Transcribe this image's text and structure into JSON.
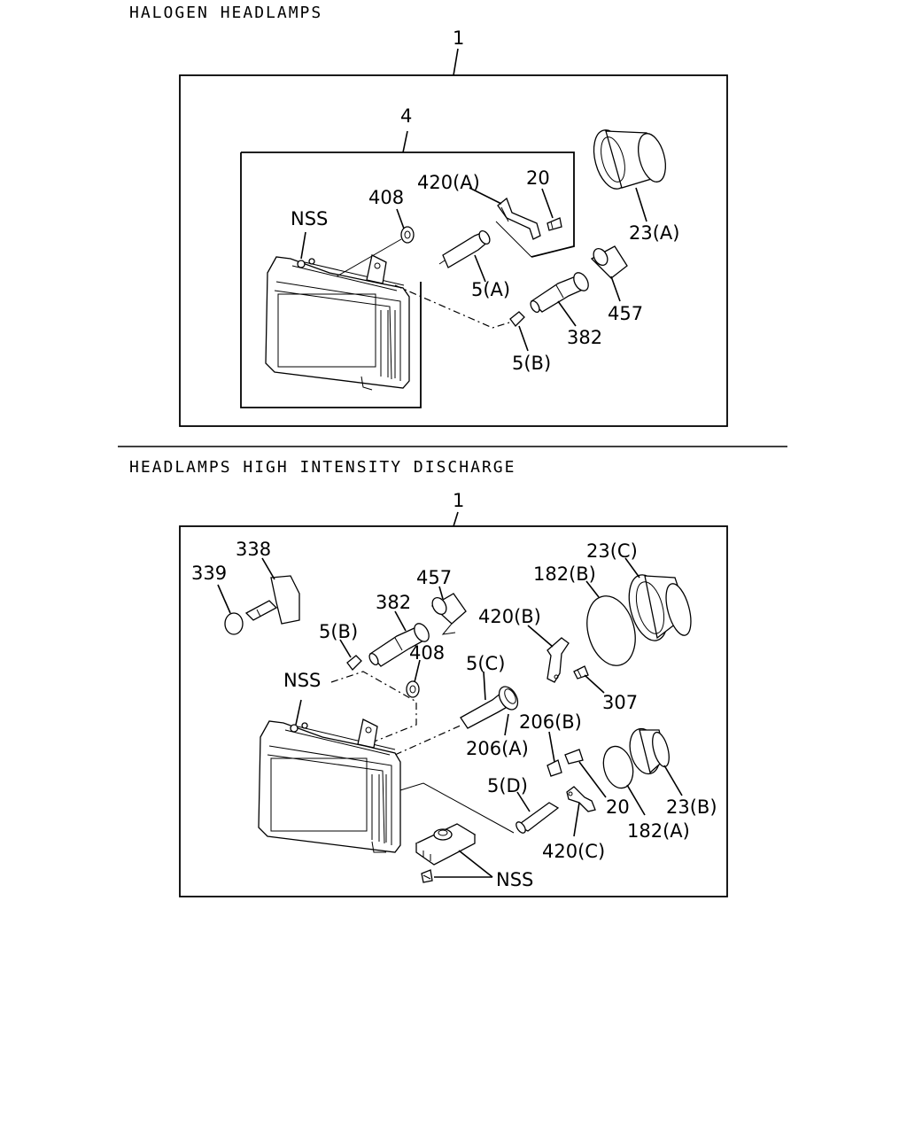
{
  "sections": {
    "halogen": {
      "title": "HALOGEN HEADLAMPS",
      "labels": {
        "assembly": "1",
        "sub_assembly": "4",
        "nss": "NSS",
        "p408": "408",
        "p420a": "420(A)",
        "p20": "20",
        "p23a": "23(A)",
        "p5a": "5(A)",
        "p457": "457",
        "p382": "382",
        "p5b": "5(B)"
      }
    },
    "hid": {
      "title": "HEADLAMPS HIGH INTENSITY DISCHARGE",
      "labels": {
        "assembly": "1",
        "p338": "338",
        "p339": "339",
        "p382": "382",
        "p457": "457",
        "p5b": "5(B)",
        "p408": "408",
        "nss_top": "NSS",
        "p5c": "5(C)",
        "p206a": "206(A)",
        "p420b": "420(B)",
        "p182b": "182(B)",
        "p23c": "23(C)",
        "p307": "307",
        "p206b": "206(B)",
        "p20": "20",
        "p182a": "182(A)",
        "p23b": "23(B)",
        "p5d": "5(D)",
        "p420c": "420(C)",
        "nss_bottom": "NSS"
      }
    }
  }
}
